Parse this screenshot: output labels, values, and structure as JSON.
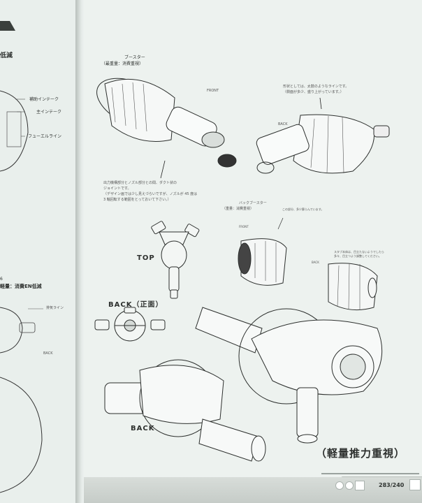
{
  "left_page": {
    "heading_fragment": "低減",
    "callouts": [
      "補助インテーク",
      "主インテーク",
      "フューエルライン"
    ],
    "section_number": "6",
    "section_title": "軽量：消費EN低減",
    "detail_label": "排気ライン",
    "view_label": "BACK"
  },
  "right_page": {
    "booster_title": "ブースター",
    "booster_subtitle": "（最重量：消費重視）",
    "front_label": "FRONT",
    "back_label": "BACK",
    "note_shape_line1": "形状としては、太鼓のようなラインです。",
    "note_shape_line2": "（側面が多少、盛り上がっています。）",
    "note_joint_lines": [
      "出力機構部分とノズル部分との間、ダクト状の",
      "ジョイントです。",
      "（デザイン画では少し見えづらいですが、ノズルが 45 度は",
      "3 軸回転する範囲をとっておいて下さい。）"
    ],
    "back_booster_title": "バックブースター",
    "back_booster_subtitle": "（重量：消費重視）",
    "back_booster_note": "この部分、多少膨らんでいます。",
    "small_front_label": "FRONT",
    "small_back_label": "BACK",
    "small_side_note_line1": "スタブ本体は、目立たないようでしたら",
    "small_side_note_line2": "多々、目立つよう調整してください。",
    "top_view_label": "TOP",
    "back_front_view_label": "BACK（正面）",
    "bottom_back_label": "BACK",
    "category_label": "（軽量推力重視）"
  },
  "footer": {
    "page_number": "283/240"
  }
}
